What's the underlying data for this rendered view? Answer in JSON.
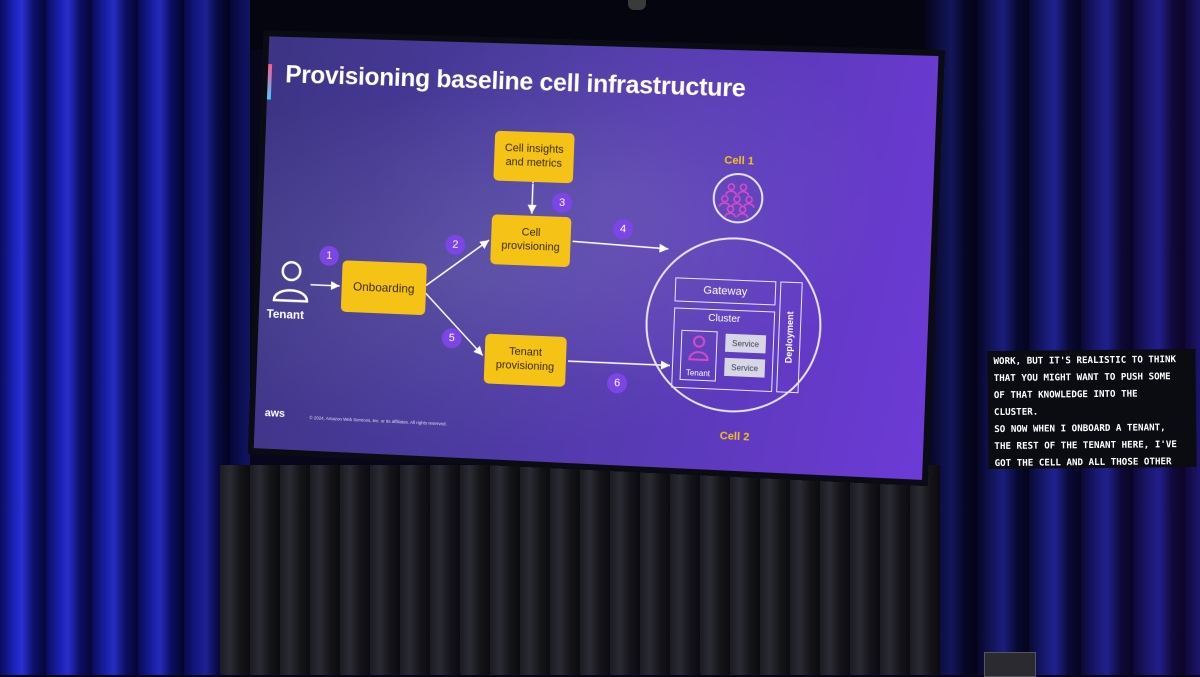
{
  "slide": {
    "title": "Provisioning baseline cell infrastructure",
    "tenant_label": "Tenant",
    "boxes": {
      "onboarding": "Onboarding",
      "cell_insights": "Cell insights and metrics",
      "cell_provisioning": "Cell provisioning",
      "tenant_provisioning": "Tenant provisioning"
    },
    "steps": [
      "1",
      "2",
      "3",
      "4",
      "5",
      "6"
    ],
    "cell1_label": "Cell 1",
    "cell2_label": "Cell 2",
    "cell2": {
      "gateway": "Gateway",
      "cluster": "Cluster",
      "deployment": "Deployment",
      "tenant": "Tenant",
      "service_1": "Service",
      "service_2": "Service"
    },
    "logo_text": "aws",
    "copyright": "© 2024, Amazon Web Services, Inc. or its affiliates. All rights reserved."
  },
  "captions": {
    "lines": [
      "WORK, BUT IT'S REALISTIC TO THINK",
      "THAT YOU MIGHT WANT TO PUSH SOME",
      "OF THAT KNOWLEDGE INTO THE",
      "CLUSTER.",
      " SO NOW WHEN I ONBOARD A TENANT,",
      "THE REST OF THE TENANT HERE, I'VE",
      "GOT THE CELL AND ALL THOSE OTHER"
    ]
  },
  "colors": {
    "box_fill": "#f5c316",
    "step_badge": "#7c45e6",
    "slide_bg": "#4a3a9e",
    "accent_pink": "#d64ac8"
  }
}
